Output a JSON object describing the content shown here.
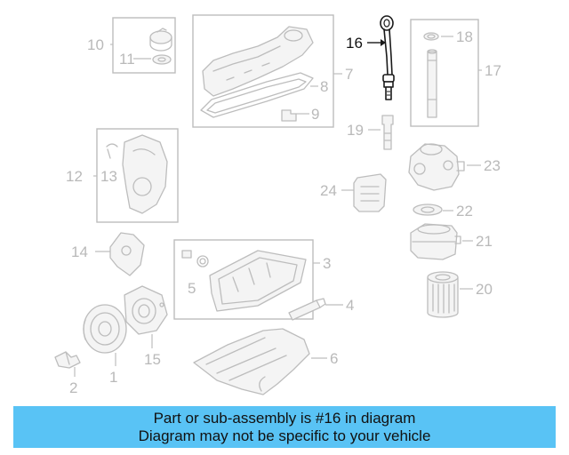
{
  "callouts": {
    "c1": "1",
    "c2": "2",
    "c3": "3",
    "c4": "4",
    "c5": "5",
    "c6": "6",
    "c7": "7",
    "c8": "8",
    "c9": "9",
    "c10": "10",
    "c11": "11",
    "c12": "12",
    "c13": "13",
    "c14": "14",
    "c15": "15",
    "c16": "16",
    "c17": "17",
    "c18": "18",
    "c19": "19",
    "c20": "20",
    "c21": "21",
    "c22": "22",
    "c23": "23",
    "c24": "24"
  },
  "highlighted_part": "16",
  "banner": {
    "line1": "Part or sub-assembly is #16 in diagram",
    "line2": "Diagram may not be specific to your vehicle",
    "color": "#59c3f5"
  }
}
